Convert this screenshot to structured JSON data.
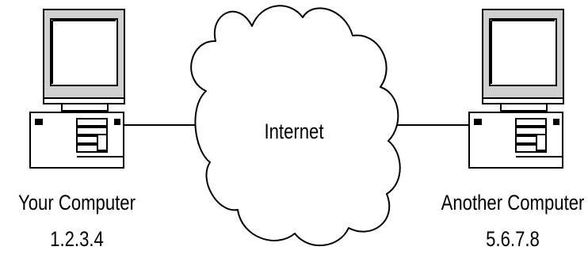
{
  "nodes": [
    {
      "id": "left",
      "name": "Your Computer",
      "address": "1.2.3.4",
      "icon": "desktop-computer-icon"
    },
    {
      "id": "right",
      "name": "Another Computer",
      "address": "5.6.7.8",
      "icon": "desktop-computer-icon"
    }
  ],
  "cloud": {
    "label": "Internet",
    "icon": "cloud-icon"
  },
  "links": [
    {
      "from": "left",
      "to": "cloud"
    },
    {
      "from": "cloud",
      "to": "right"
    }
  ],
  "colors": {
    "line": "#000000",
    "fill": "#ffffff",
    "monitor_frame": "#d0d0d0",
    "background": "#ffffff"
  }
}
